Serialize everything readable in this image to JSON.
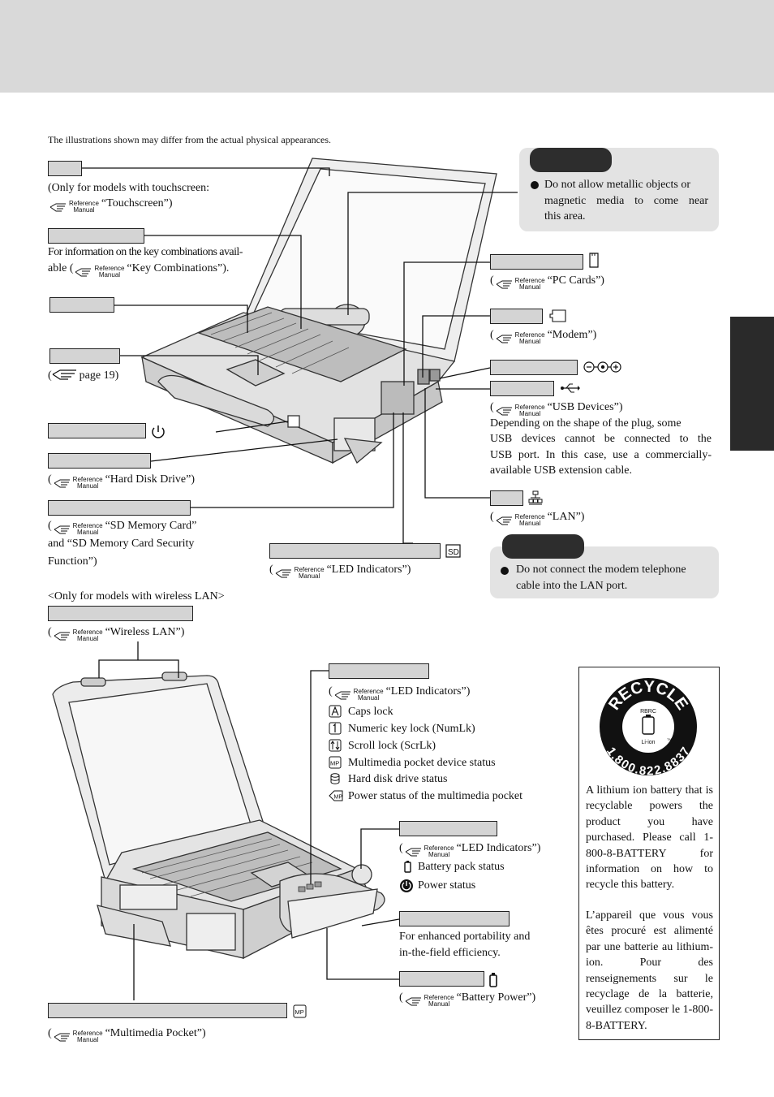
{
  "disclaimer": "The illustrations shown may differ from the actual physical appearances.",
  "ref_icon_text": {
    "line1": "Reference",
    "line2": "Manual"
  },
  "left_top": {
    "touch_note": "(Only for models with touchscreen:",
    "touch_ref": "“Touchscreen”)",
    "key_info_1": "For information on the key combinations avail-",
    "key_info_2_pre": "able (",
    "key_info_2_ref": "“Key Combinations”).",
    "page_ref_pre": "(",
    "page_ref": "page 19)",
    "hdd_ref": "“Hard Disk Drive”)",
    "sd_ref_1": "“SD Memory Card”",
    "sd_ref_2": "and “SD Memory Card Security",
    "sd_ref_3": "Function”)",
    "led_sd_ref": "“LED Indicators”)",
    "wlan_note": "<Only for models with wireless LAN>",
    "wlan_ref": "“Wireless LAN”)",
    "mp_ref": "“Multimedia Pocket”)"
  },
  "right_top": {
    "caution1": [
      "Do not allow metallic objects or",
      "magnetic media to come near",
      "this area."
    ],
    "pc_ref": "“PC Cards”)",
    "modem_ref": "“Modem”)",
    "usb_ref": "“USB Devices”)",
    "usb_note": [
      "Depending on the shape of the plug, some",
      "USB devices cannot be connected to the",
      "USB port. In this case, use a commercially-",
      "available USB extension cable."
    ],
    "lan_ref": "“LAN”)",
    "caution2": [
      "Do not connect the modem telephone",
      "cable into the LAN port."
    ]
  },
  "led_panel": {
    "ref": "“LED Indicators”)",
    "items": [
      {
        "icon": "caps-lock-icon",
        "label": "Caps lock"
      },
      {
        "icon": "num-lock-icon",
        "label": "Numeric key lock (NumLk)"
      },
      {
        "icon": "scroll-lock-icon",
        "label": "Scroll lock (ScrLk)"
      },
      {
        "icon": "mp-icon",
        "label": "Multimedia pocket device status"
      },
      {
        "icon": "disk-icon",
        "label": "Hard disk drive status"
      },
      {
        "icon": "mp-power-icon",
        "label": "Power status of the multimedia pocket"
      }
    ]
  },
  "power_led": {
    "ref": "“LED Indicators”)",
    "battery": "Battery pack status",
    "power": "Power status"
  },
  "handle": [
    "For enhanced portability and",
    "in-the-field efficiency."
  ],
  "battery_ref": "“Battery Power”)",
  "recycle": {
    "logo_word": "RECYCLE",
    "logo_phone": "1.800.822.8837",
    "logo_rbrc": "RBRC",
    "logo_liion": "Li-ion",
    "logo_tm": "TM",
    "en": "A lithium ion battery that is recyclable powers the product you have purchased. Please call 1-800-8-BATTERY for information on how to recycle this battery.",
    "fr": "L’appareil que vous vous êtes procuré est alimenté par une batterie au lithium-ion. Pour des renseignements sur le recyclage de la batterie, veuillez composer le 1-800-8-BATTERY."
  },
  "colors": {
    "header": "#d9d9d9",
    "label_fill": "#d4d4d4",
    "caution_bg": "#e3e3e3",
    "side_tab": "#2a2a2a"
  }
}
